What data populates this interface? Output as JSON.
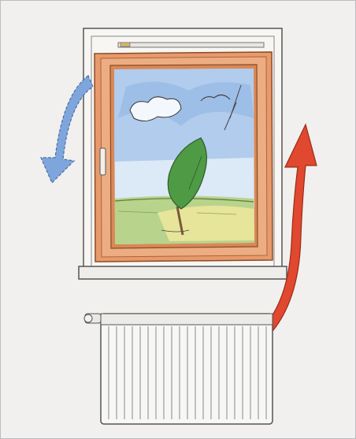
{
  "illustration": {
    "subject_elements": [
      "window-frame",
      "window-sash",
      "window-pane",
      "tree",
      "radiator",
      "cold-air-arrow",
      "warm-air-arrow"
    ]
  },
  "colors": {
    "background": "#f1f0ee",
    "border": "#bdbdbd",
    "wall_frame": "#f4f2ee",
    "sash_orange": "#e79a6c",
    "sash_orange_dark": "#c9713f",
    "sky_blue": "#a9c7ea",
    "sky_light": "#dce9f6",
    "grass_yellow": "#e6e59a",
    "grass_green": "#b7d38c",
    "tree_green": "#4f9a45",
    "trunk_brown": "#7a5a3a",
    "cold_arrow": "#7ea6dd",
    "warm_arrow": "#e0482f",
    "radiator_white": "#f7f7f5",
    "ink": "#444444"
  }
}
